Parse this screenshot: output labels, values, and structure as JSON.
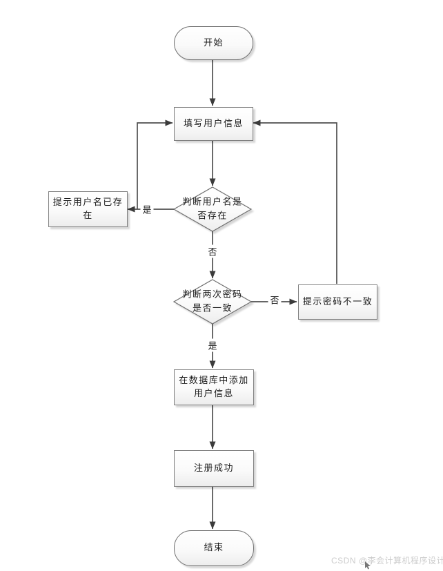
{
  "nodes": {
    "start": {
      "type": "terminator",
      "lines": [
        "开始"
      ]
    },
    "fill_info": {
      "type": "process",
      "lines": [
        "填写用户信息"
      ]
    },
    "check_username": {
      "type": "decision",
      "lines": [
        "判断用户名是",
        "否存在"
      ]
    },
    "username_exists": {
      "type": "process",
      "lines": [
        "提示用户名已存",
        "在"
      ]
    },
    "check_password": {
      "type": "decision",
      "lines": [
        "判断两次密码",
        "是否一致"
      ]
    },
    "password_mismatch": {
      "type": "process",
      "lines": [
        "提示密码不一致"
      ]
    },
    "add_to_db": {
      "type": "process",
      "lines": [
        "在数据库中添加",
        "用户信息"
      ]
    },
    "register_success": {
      "type": "process",
      "lines": [
        "注册成功"
      ]
    },
    "end": {
      "type": "terminator",
      "lines": [
        "结束"
      ]
    }
  },
  "edge_labels": {
    "username_yes": "是",
    "username_no": "否",
    "password_no": "否",
    "password_yes": "是"
  },
  "watermark": "CSDN @李会计算机程序设计",
  "colors": {
    "node_border": "#808080",
    "node_fill_top": "#ffffff",
    "node_fill_bottom": "#ededed",
    "connector": "#4f4f4f",
    "arrowhead": "#3b3b3b",
    "text": "#1a1a1a",
    "watermark": "#cccccc"
  }
}
